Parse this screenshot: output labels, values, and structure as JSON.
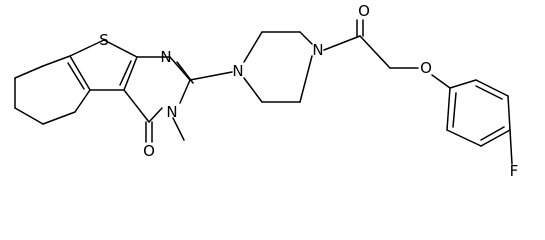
{
  "structure": {
    "atoms": {
      "s": "S",
      "n1": "N",
      "n3": "N",
      "n_pip_a": "N",
      "n_pip_b": "N",
      "o_ketone": "O",
      "o_amide": "O",
      "o_ether": "O",
      "f": "F"
    },
    "colors": {
      "bond": "#000000",
      "label": "#000000",
      "background": "#ffffff"
    }
  }
}
